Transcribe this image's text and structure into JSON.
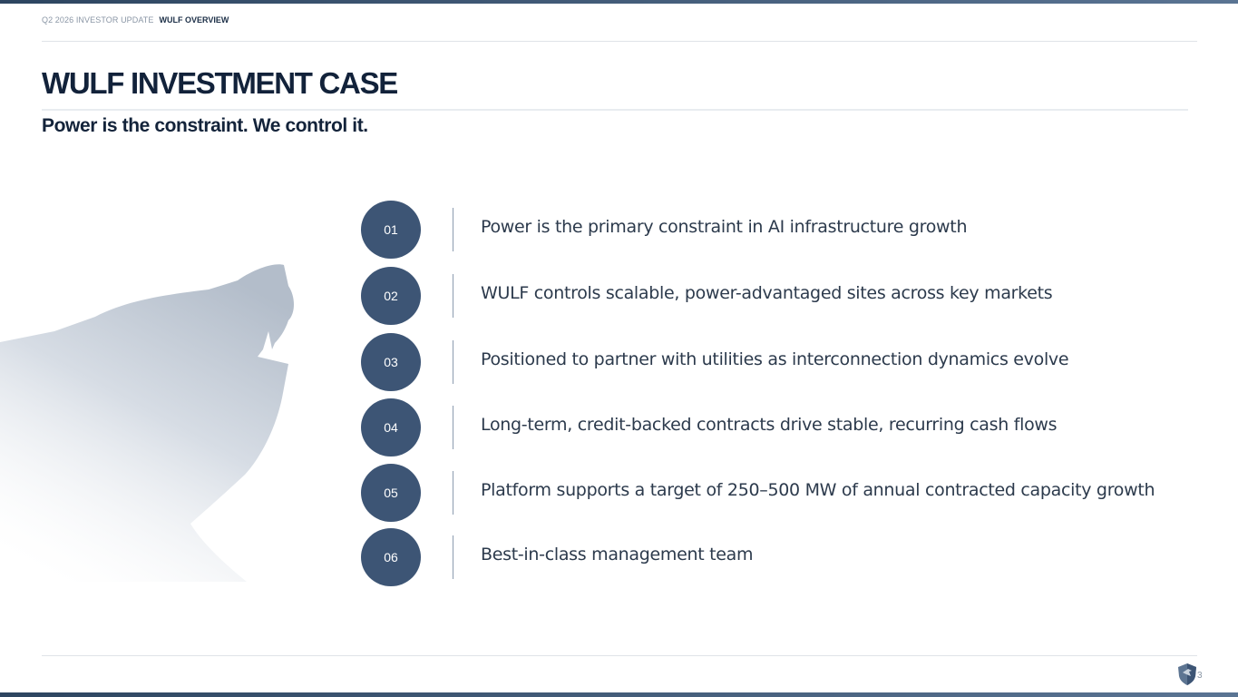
{
  "header": {
    "eyebrow": "Q2 2026 INVESTOR UPDATE",
    "section": "WULF OVERVIEW"
  },
  "slide": {
    "title": "WULF INVESTMENT CASE",
    "subtitle": "Power is the constraint. We control it."
  },
  "points": [
    {
      "number": "01",
      "text": "Power is the primary constraint in AI infrastructure growth"
    },
    {
      "number": "02",
      "text": "WULF controls scalable, power-advantaged sites across key markets"
    },
    {
      "number": "03",
      "text": "Positioned to partner with utilities as interconnection dynamics evolve"
    },
    {
      "number": "04",
      "text": "Long-term, credit-backed contracts drive stable, recurring cash flows"
    },
    {
      "number": "05",
      "text": "Platform supports a target of 250–500 MW of annual contracted capacity growth"
    },
    {
      "number": "06",
      "text": "Best-in-class management team"
    }
  ],
  "footer": {
    "page_number": "3"
  },
  "colors": {
    "accent_navy": "#3d5575",
    "title_navy": "#12223a",
    "bar_gradient_start": "#2d4560",
    "bar_gradient_end": "#5a7493"
  },
  "icons": {
    "watermark": "wolf-head-icon",
    "logo": "shield-logo-icon"
  }
}
